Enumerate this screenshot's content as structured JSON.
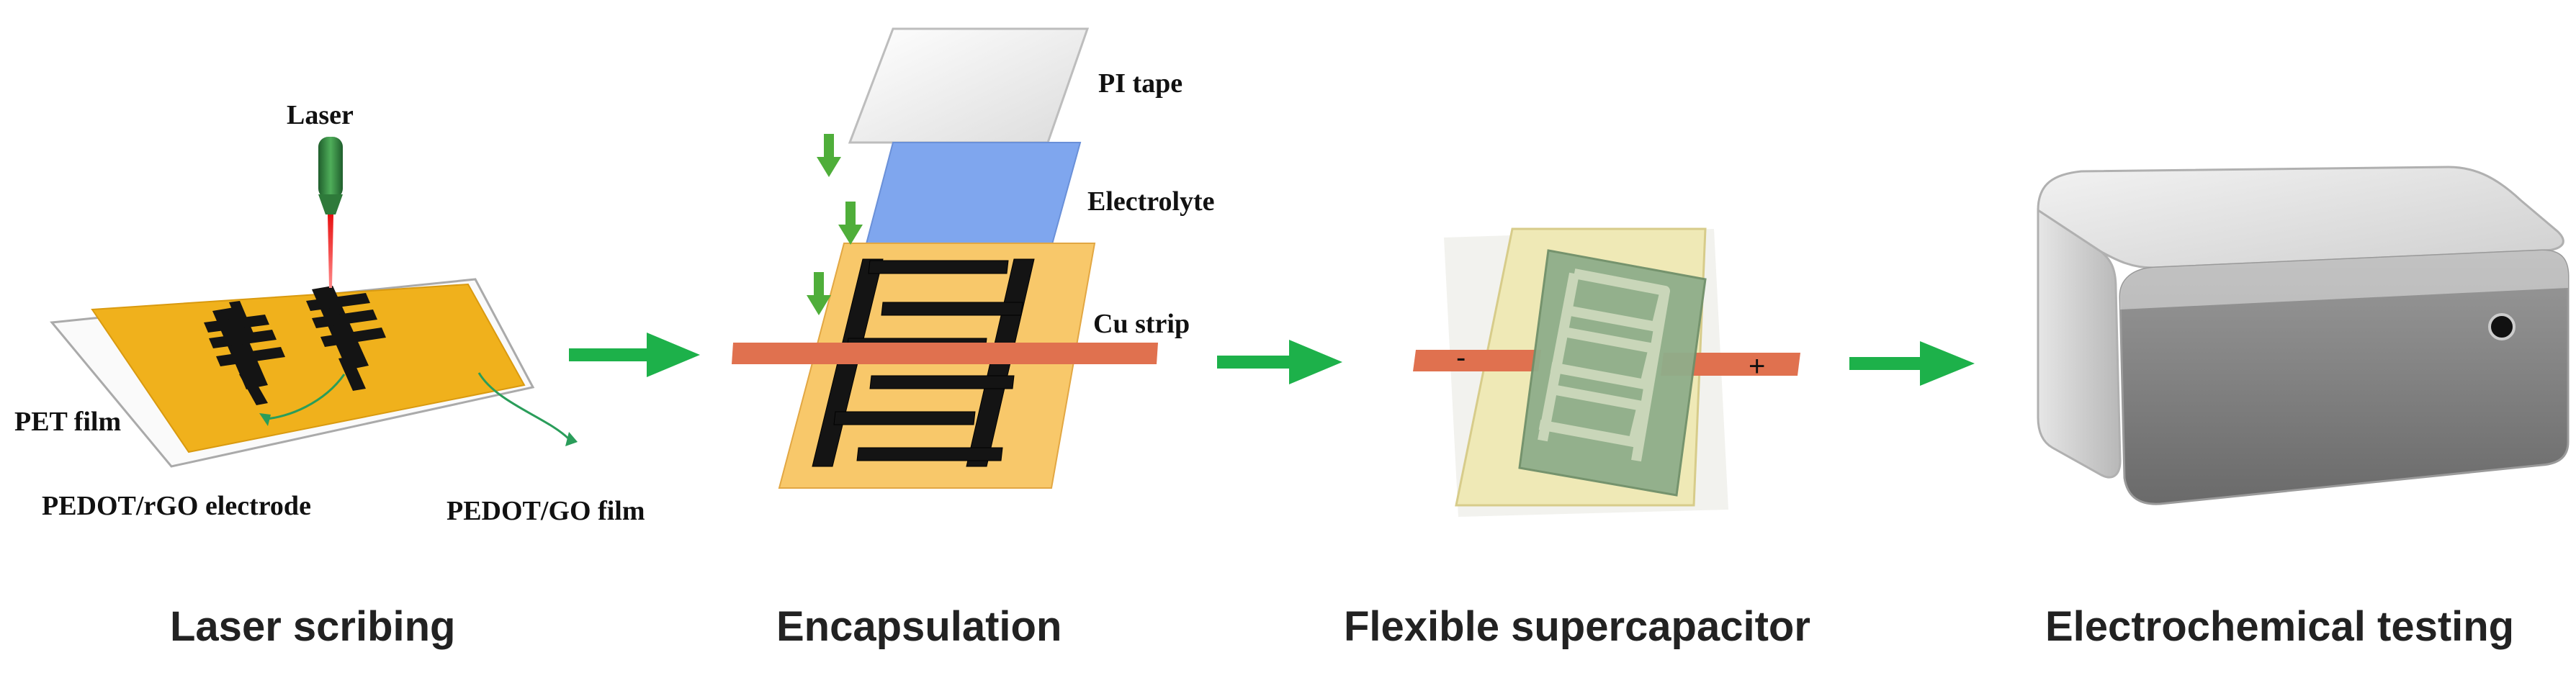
{
  "labels": {
    "laser": "Laser",
    "pet_film": "PET film",
    "pedot_rgo_electrode": "PEDOT/rGO electrode",
    "pedot_go_film": "PEDOT/GO film",
    "pi_tape": "PI tape",
    "electrolyte": "Electrolyte",
    "cu_strip": "Cu strip",
    "minus": "-",
    "plus": "+"
  },
  "steps": {
    "step1": "Laser scribing",
    "step2": "Encapsulation",
    "step3": "Flexible supercapacitor",
    "step4": "Electrochemical testing"
  },
  "colors": {
    "gold": "#F0B11C",
    "gold_dark": "#D99A10",
    "light_orange": "#F8C86A",
    "copper": "#E0714F",
    "arrow_green": "#1DB14A",
    "electrolyte_blue": "#7FA6EE",
    "electrode_black": "#141414",
    "device_grey": "#8A8A8A",
    "cream": "#EFE9B6",
    "green_film": "#8FAE8A"
  },
  "icons": {
    "laser": "laser-pen-icon",
    "flow": "right-arrow-icon",
    "instrument": "electrochemical-workstation-icon"
  }
}
